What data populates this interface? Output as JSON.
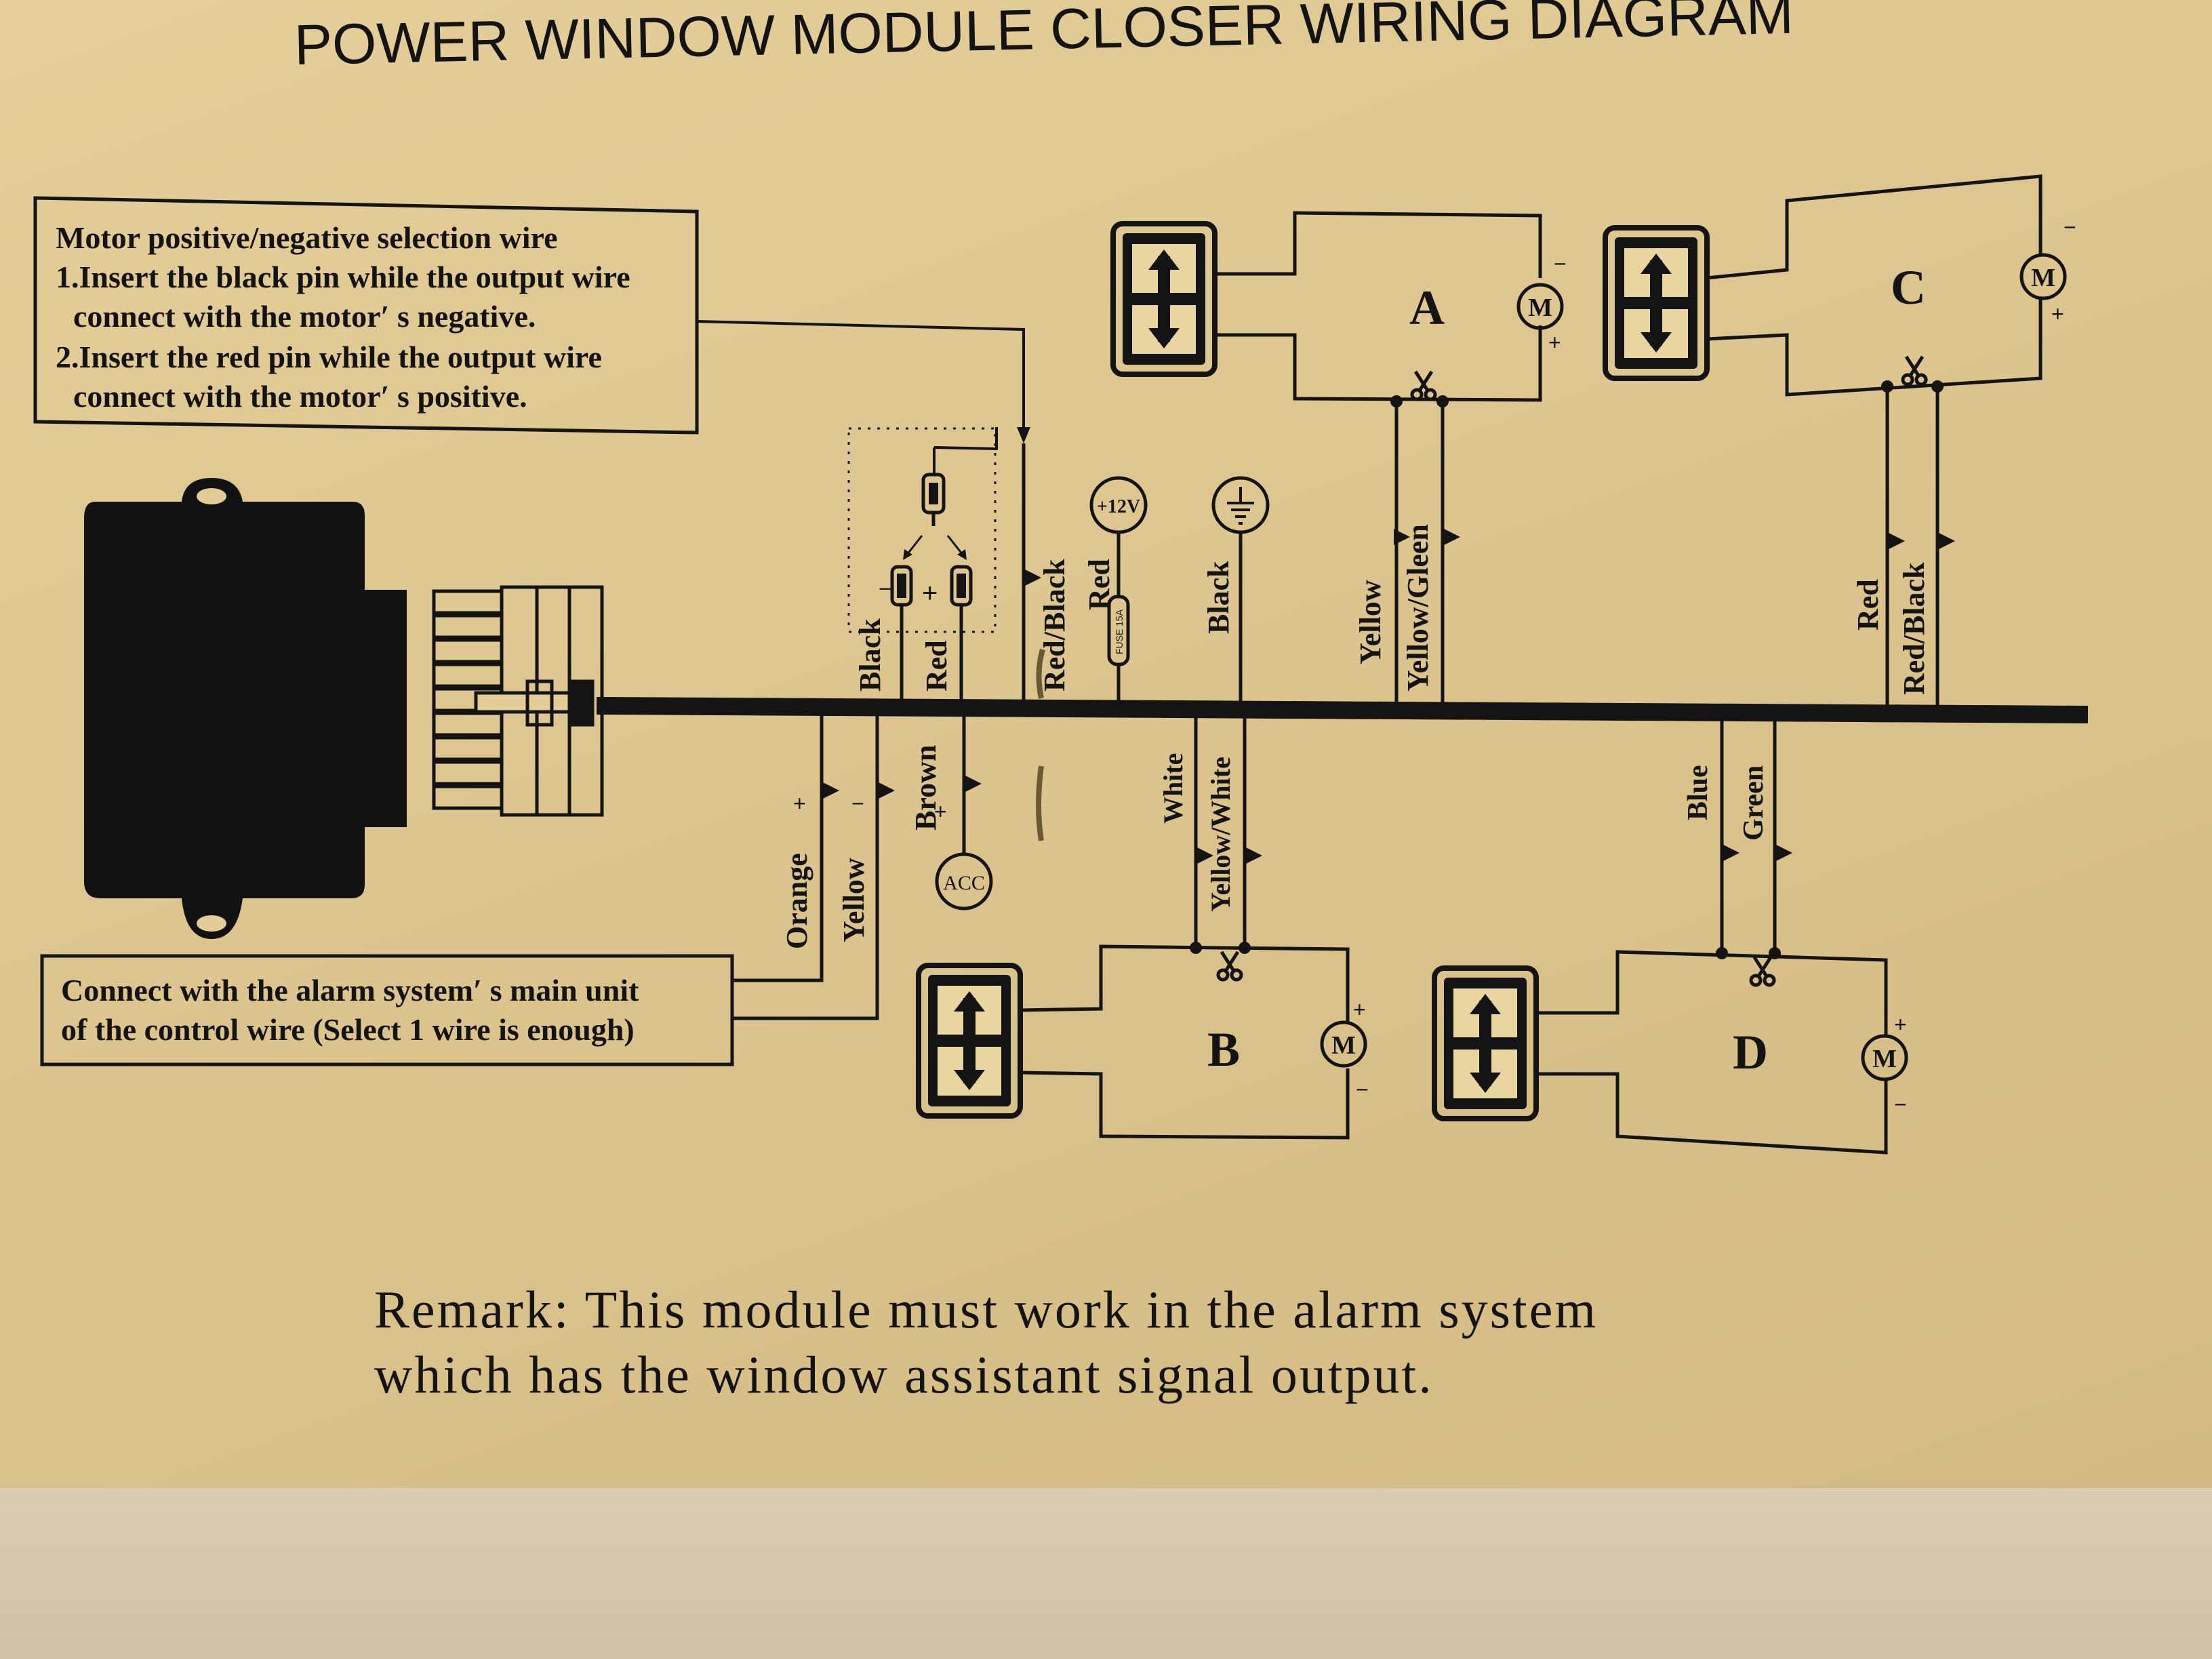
{
  "title": "POWER WINDOW MODULE CLOSER WIRING DIAGRAM",
  "polarity_note": {
    "heading": "Motor positive/negative selection wire",
    "line1": "1.Insert the black pin while the output wire",
    "line2": "connect with the motor′ s negative.",
    "line3": "2.Insert the red pin while the output wire",
    "line4": "connect with the motor′ s positive."
  },
  "alarm_note": {
    "line1": "Connect with the alarm system′ s main unit",
    "line2": "of the control wire (Select 1 wire is enough)"
  },
  "remark": {
    "line1": "Remark: This module must work in the alarm system",
    "line2": "which has the window assistant signal output."
  },
  "upper_wires": {
    "black": "Black",
    "red": "Red",
    "red_black": "Red/Black",
    "power_red": "Red",
    "ground_black": "Black",
    "a_yellow": "Yellow",
    "a_yellow_green": "Yellow/Gleen",
    "c_red": "Red",
    "c_red_black": "Red/Black"
  },
  "lower_wires": {
    "orange": "Orange",
    "yellow": "Yellow",
    "brown": "Brown",
    "b_white": "White",
    "b_yellow_white": "Yellow/White",
    "d_blue": "Blue",
    "d_green": "Green"
  },
  "terminals": {
    "plus12v": "+12V",
    "acc": "ACC",
    "fuse": "FUSE 15A"
  },
  "signs": {
    "plus": "+",
    "minus": "−"
  },
  "modules": {
    "a": "A",
    "b": "B",
    "c": "C",
    "d": "D",
    "motor": "M"
  },
  "icons": [
    "window-switch-icon",
    "motor-icon",
    "ground-icon",
    "fuse-icon",
    "scissors-icon",
    "pin-connector-icon"
  ],
  "colors": {
    "paper": "#dcc58e",
    "ink": "#141414"
  }
}
